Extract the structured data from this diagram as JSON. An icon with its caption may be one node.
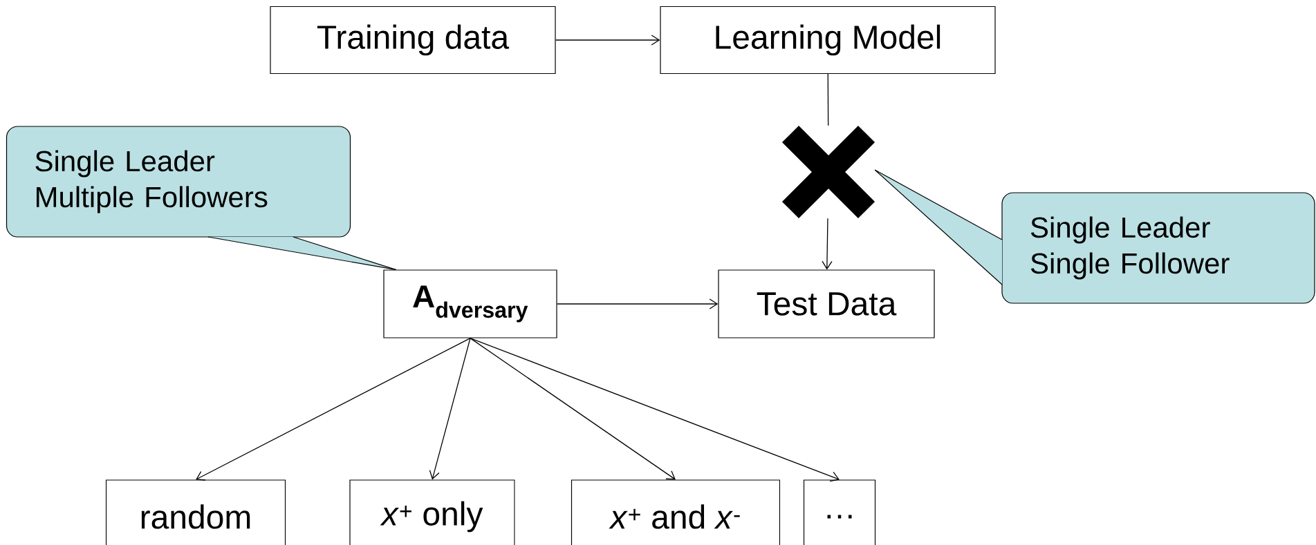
{
  "diagram": {
    "nodes": [
      {
        "text": [
          "Training data"
        ]
      },
      {
        "text": [
          "Learning Model"
        ]
      },
      {
        "text": [],
        "shape": "cross"
      },
      {
        "text": [
          "Single Leader Multiple Followers"
        ]
      },
      {
        "text": [
          "A$_{dversary}$"
        ]
      },
      {
        "text": [
          "Test Data"
        ]
      },
      {
        "text": [
          "Single Leader Single Follower"
        ]
      },
      {
        "text": [
          "random"
        ]
      },
      {
        "text": [
          "*x*$^{+}$ only"
        ]
      },
      {
        "text": [
          "*x*$^{+}$ and *x*$^{-}$"
        ]
      },
      {
        "text": [
          "…"
        ]
      }
    ],
    "edges": [
      {
        "from": 0,
        "to": 1,
        "arrow": "to"
      },
      {
        "from": 1,
        "to": 2,
        "arrow": "none"
      },
      {
        "from": 2,
        "to": 5,
        "arrow": "to"
      },
      {
        "from": 4,
        "to": 5,
        "arrow": "to"
      },
      {
        "from": 4,
        "to": 7,
        "arrow": "to"
      },
      {
        "from": 4,
        "to": 8,
        "arrow": "to"
      },
      {
        "from": 4,
        "to": 9,
        "arrow": "to"
      },
      {
        "from": 4,
        "to": 10,
        "arrow": "to"
      },
      {
        "from": 3,
        "to": 4,
        "arrow": "none"
      },
      {
        "from": 6,
        "to": 2,
        "arrow": "none"
      }
    ]
  }
}
